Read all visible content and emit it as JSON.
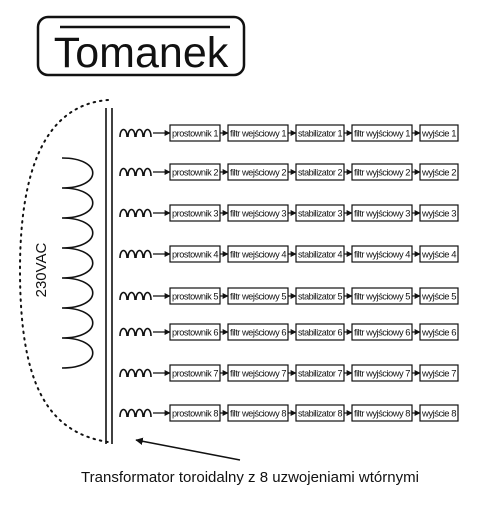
{
  "logo": {
    "text": "Tomanek"
  },
  "primary_label": "230VAC",
  "caption": "Transformator toroidalny z 8 uzwojeniami wtórnymi",
  "rows": [
    [
      "prostownik 1",
      "filtr wejściowy 1",
      "stabilizator 1",
      "filtr wyjściowy 1",
      "wyjście 1"
    ],
    [
      "prostownik 2",
      "filtr wejściowy 2",
      "stabilizator 2",
      "filtr wyjściowy 2",
      "wyjście 2"
    ],
    [
      "prostownik 3",
      "filtr wejściowy 3",
      "stabilizator 3",
      "filtr wyjściowy 3",
      "wyjście 3"
    ],
    [
      "prostownik 4",
      "filtr wejściowy 4",
      "stabilizator 4",
      "filtr wyjściowy 4",
      "wyjście 4"
    ],
    [
      "prostownik 5",
      "filtr wejściowy 5",
      "stabilizator 5",
      "filtr wyjściowy 5",
      "wyjście 5"
    ],
    [
      "prostownik 6",
      "filtr wejściowy 6",
      "stabilizator 6",
      "filtr wyjściowy 6",
      "wyjście 6"
    ],
    [
      "prostownik 7",
      "filtr wejściowy 7",
      "stabilizator 7",
      "filtr wyjściowy 7",
      "wyjście 7"
    ],
    [
      "prostownik 8",
      "filtr wejściowy 8",
      "stabilizator 8",
      "filtr wyjściowy 8",
      "wyjście 8"
    ]
  ]
}
